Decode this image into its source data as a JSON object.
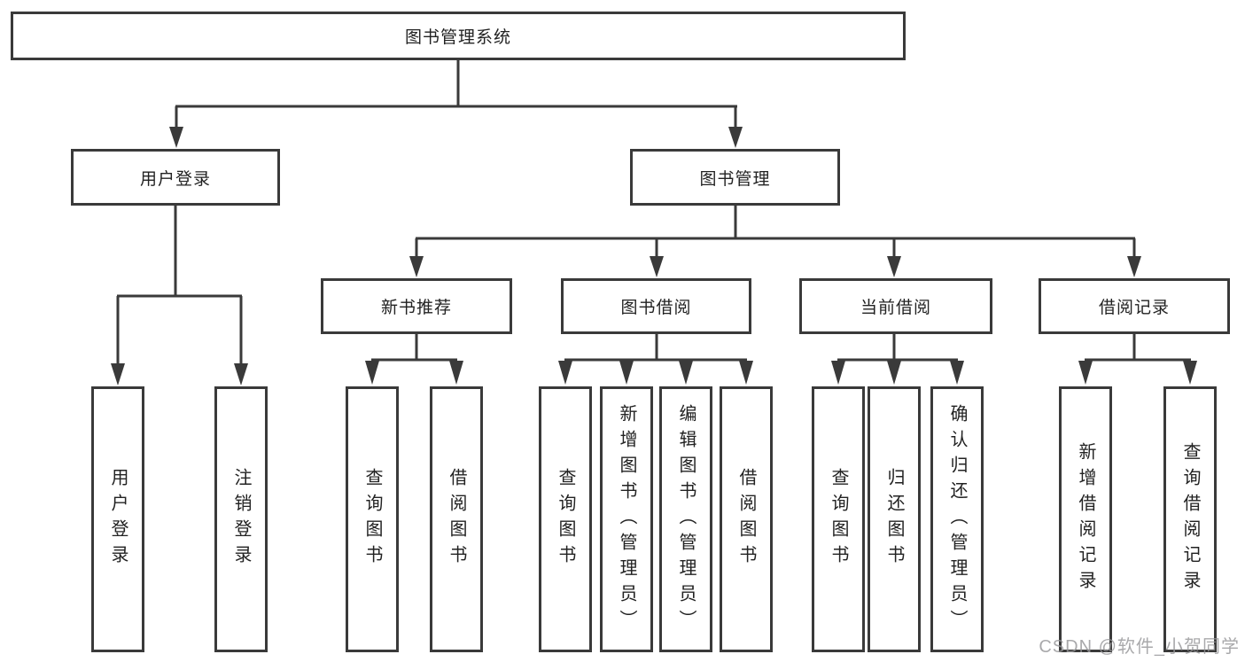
{
  "diagram": {
    "title": "图书管理系统",
    "level2": [
      {
        "label": "用户登录"
      },
      {
        "label": "图书管理"
      }
    ],
    "level3": [
      {
        "label": "新书推荐"
      },
      {
        "label": "图书借阅"
      },
      {
        "label": "当前借阅"
      },
      {
        "label": "借阅记录"
      }
    ],
    "leaves": {
      "user_login": [
        "用户登录",
        "注销登录"
      ],
      "new_book": [
        "查询图书",
        "借阅图书"
      ],
      "borrow": [
        "查询图书",
        "新增图书（管理员）",
        "编辑图书（管理员）",
        "借阅图书"
      ],
      "current": [
        "查询图书",
        "归还图书",
        "确认归还（管理员）"
      ],
      "records": [
        "新增借阅记录",
        "查询借阅记录"
      ]
    },
    "colors": {
      "line": "#3a3a3a",
      "text": "#222222",
      "watermark": "#969698"
    },
    "watermark": "CSDN @软件_小贺同学"
  }
}
